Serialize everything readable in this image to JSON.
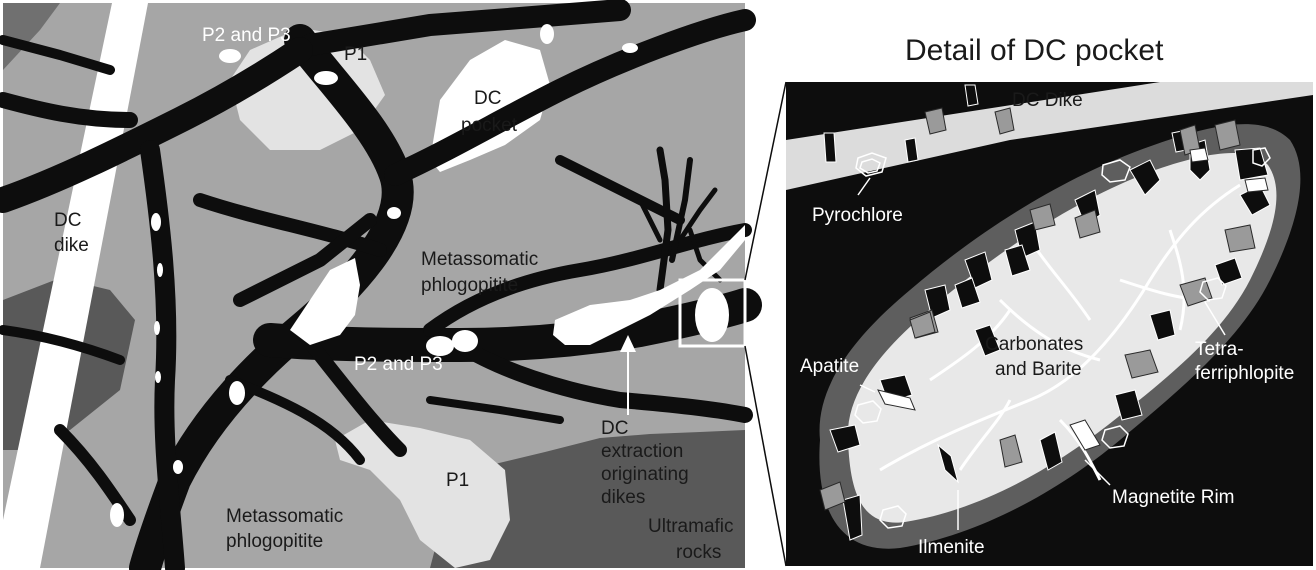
{
  "colors": {
    "background": "#a6a6a6",
    "dike_black": "#0d0d0d",
    "dc_white": "#ffffff",
    "p1_light": "#e3e3e3",
    "ultramafic": "#595959",
    "hatched_mineral": "#9a9a9a",
    "pocket_rim": "#5e5e5e",
    "pocket_fill": "#e8e8e8"
  },
  "left_panel": {
    "labels": {
      "p2p3_top": "P2 and P3",
      "p1_top": "P1",
      "dc_pocket_1": "DC",
      "dc_pocket_2": "pocket",
      "dc_dike_1": "DC",
      "dc_dike_2": "dike",
      "metasomatic_mid_1": "Metassomatic",
      "metasomatic_mid_2": "phlogopitite",
      "p2p3_mid": "P2 and P3",
      "dc_extraction_1": "DC",
      "dc_extraction_2": "extraction",
      "dc_extraction_3": "originating",
      "dc_extraction_4": "dikes",
      "p1_bottom": "P1",
      "metasomatic_bottom_1": "Metassomatic",
      "metasomatic_bottom_2": "phlogopitite",
      "ultramafic_1": "Ultramafic",
      "ultramafic_2": "rocks"
    }
  },
  "right_panel": {
    "title": "Detail of DC pocket",
    "labels": {
      "dc_dike": "DC Dike",
      "pyrochlore": "Pyrochlore",
      "apatite": "Apatite",
      "carbonates_1": "Carbonates",
      "carbonates_2": "and Barite",
      "tetra_1": "Tetra-",
      "tetra_2": "ferriphlopite",
      "magnetite_rim": "Magnetite Rim",
      "ilmenite": "Ilmenite"
    }
  }
}
